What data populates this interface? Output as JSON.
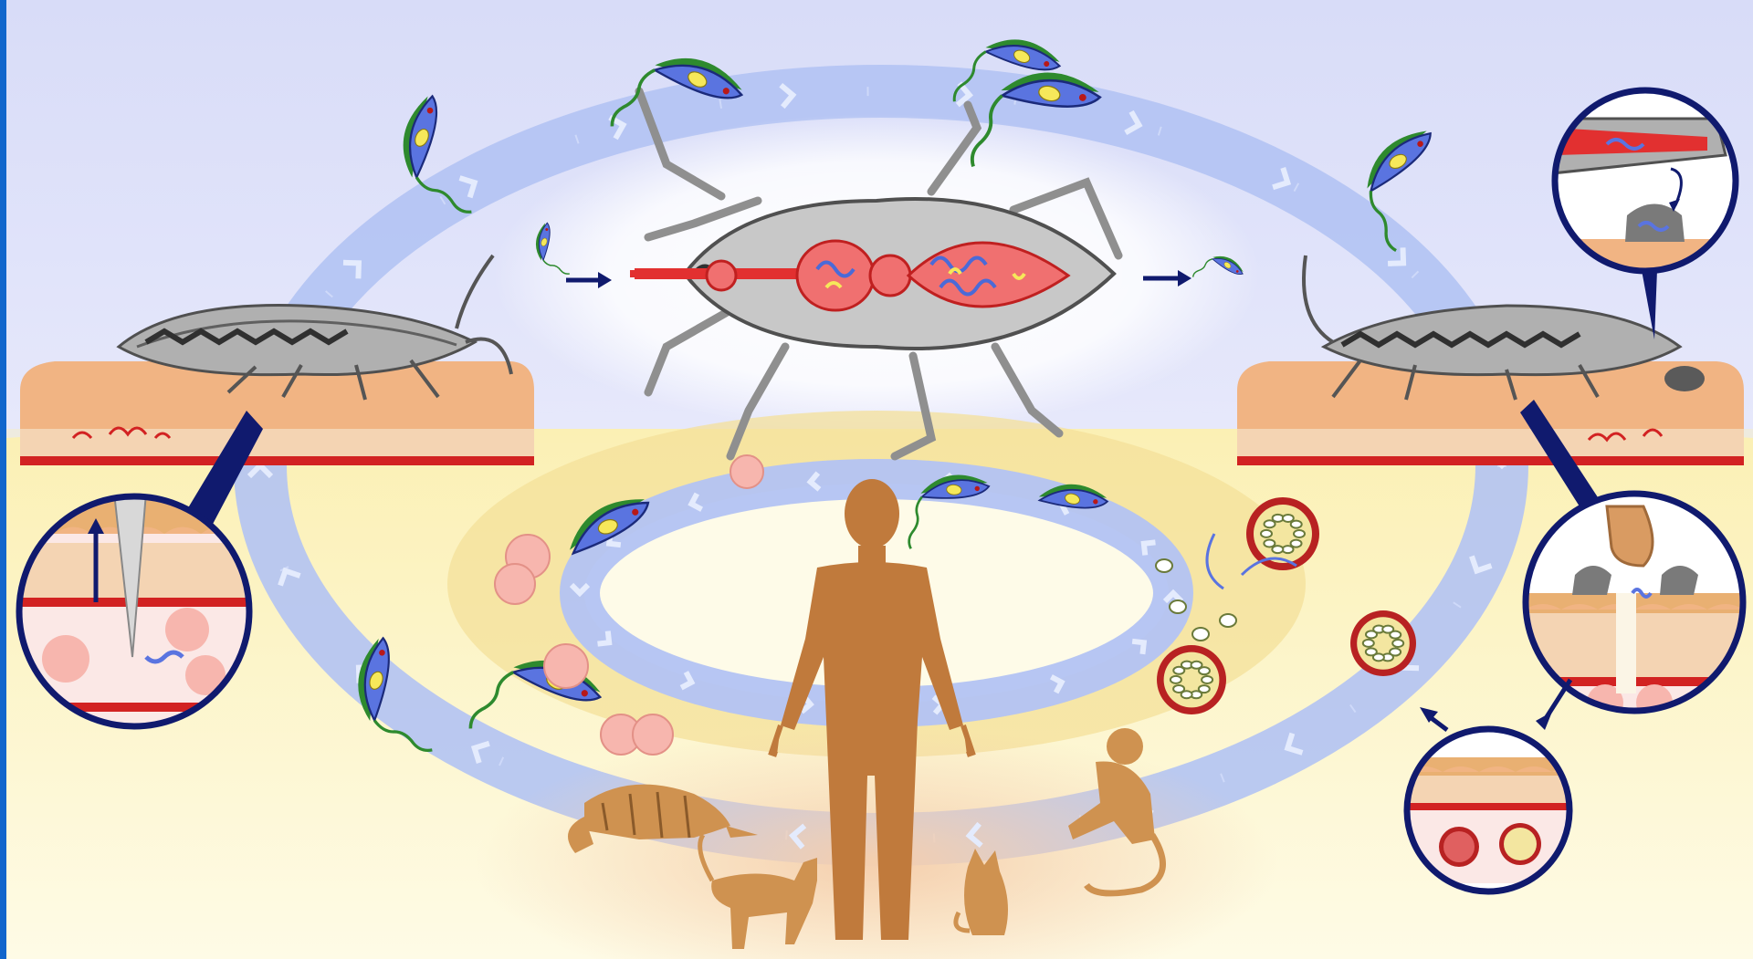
{
  "diagram": {
    "colors": {
      "frame_blue": "#1166cc",
      "top_strip": "#e8a070",
      "sky_top": "#d8dcf8",
      "sky_bottom": "#e6e8fb",
      "ground_top": "#fbf0b4",
      "ground_bottom": "#fefbe6",
      "cycle_arrow": "#b3c3f3",
      "inner_glow": "#ffffff",
      "host_zone": "#f6e3a2",
      "host_shadow": "#f7d6b6",
      "skin_orange": "#f1b483",
      "skin_tissue": "#f4d4b3",
      "blood_red": "#d22222",
      "bug_grey": "#a6a6a6",
      "bug_gut": "#ee3a3a",
      "parasite_body": "#5a74e0",
      "parasite_membrane": "#2e8a2e",
      "nucleus": "#f6e85a",
      "host_human": "#c07a3c",
      "animal_fill": "#cf9250",
      "rbc": "#f7b6ae",
      "infected_cell": "#b82222",
      "inset_ring": "#101a6e"
    },
    "icons": [
      "triatomine-bug-icon",
      "trypomastigote-icon",
      "epimastigote-icon",
      "amastigote-icon",
      "human-host-icon",
      "armadillo-icon",
      "cat-icon",
      "monkey-icon",
      "finger-icon",
      "red-blood-cell-icon",
      "infected-cell-icon"
    ],
    "stages": [
      {
        "id": "bug-bite-feeding"
      },
      {
        "id": "bug-blood-meal-ingestion"
      },
      {
        "id": "epimastigote-multiplication-in-midgut"
      },
      {
        "id": "metacyclic-trypomastigote-in-hindgut"
      },
      {
        "id": "bug-defecation-near-bite"
      },
      {
        "id": "entry-through-bite-wound"
      },
      {
        "id": "invasion-of-cells"
      },
      {
        "id": "amastigote-multiplication"
      },
      {
        "id": "trypomastigote-release-to-blood"
      }
    ]
  }
}
